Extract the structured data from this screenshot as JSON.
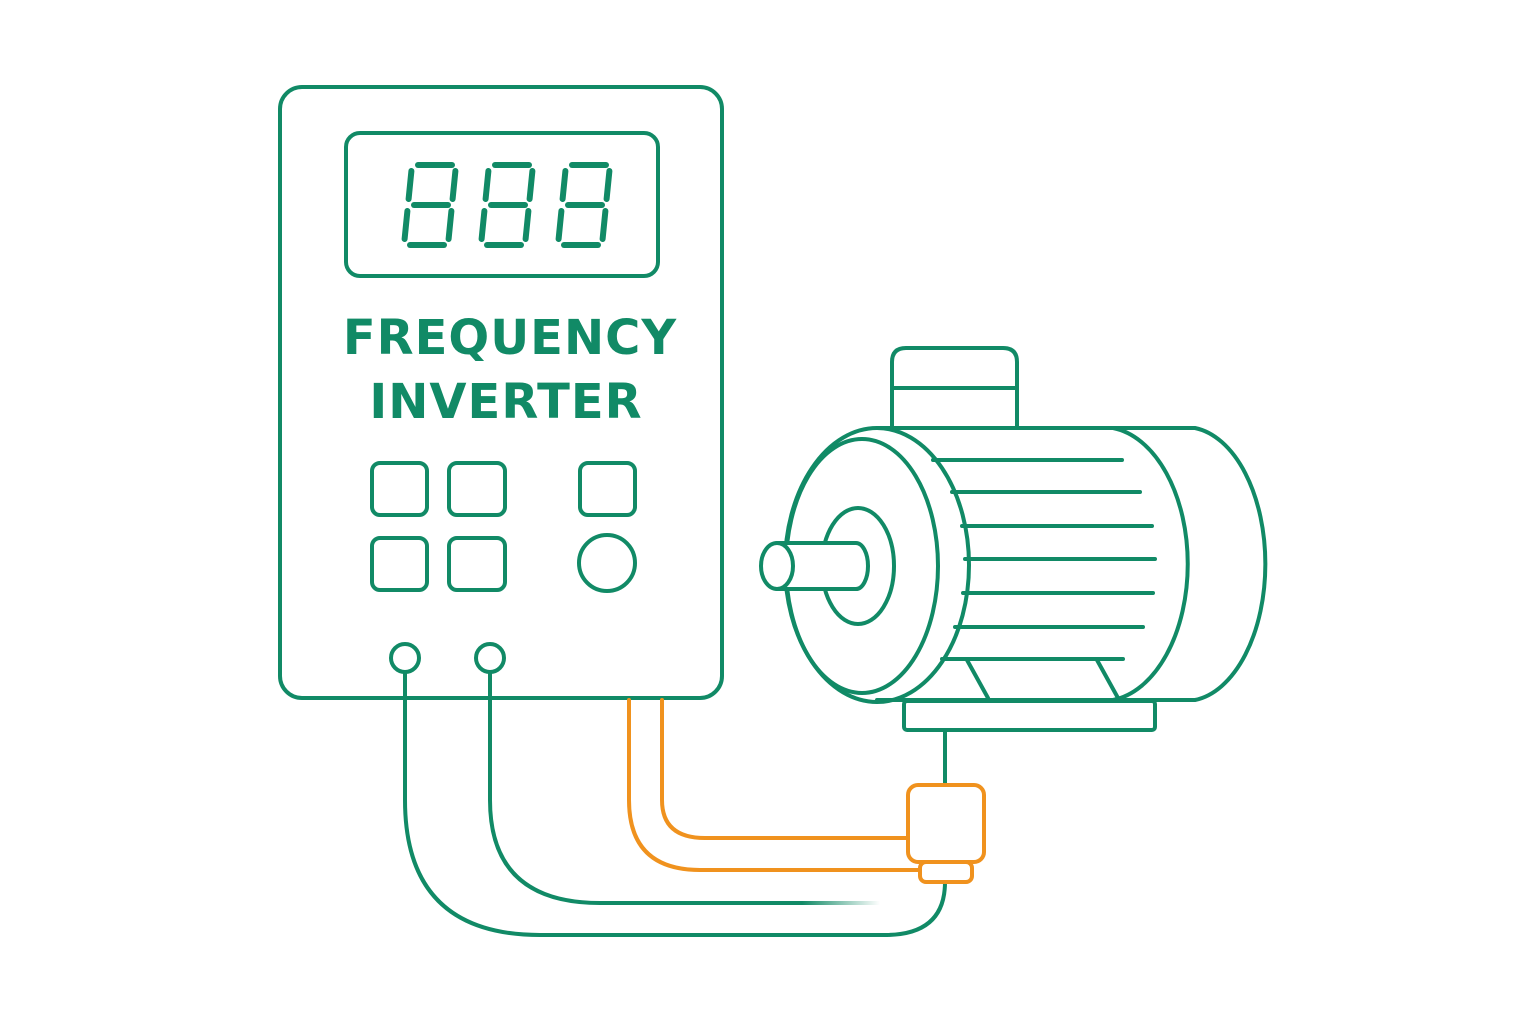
{
  "inverter": {
    "title_line1": "FREQUENCY",
    "title_line2": "INVERTER",
    "display_value": "888"
  },
  "colors": {
    "line": "#118a66",
    "cable": "#f0921e",
    "background": "#ffffff"
  }
}
